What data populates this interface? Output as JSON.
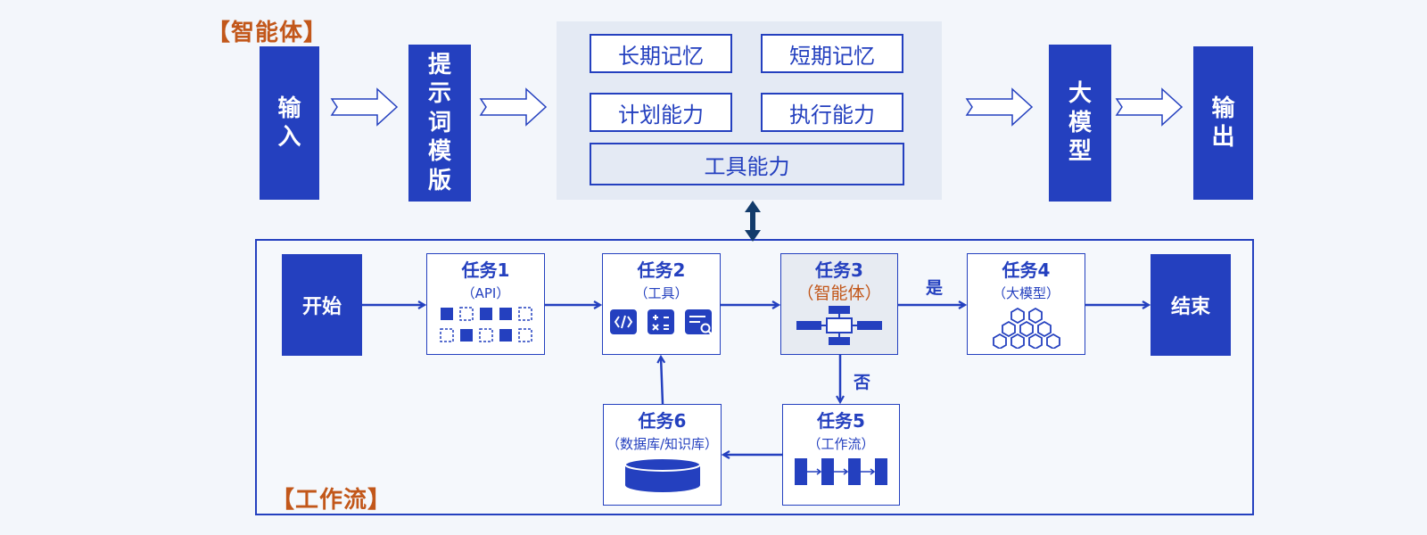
{
  "agent_section": {
    "label": "【智能体】",
    "input": "输入",
    "prompt_template": "提示词模版",
    "capabilities": {
      "long_term_memory": "长期记忆",
      "short_term_memory": "短期记忆",
      "planning": "计划能力",
      "execution": "执行能力",
      "tools": "工具能力"
    },
    "llm": "大模型",
    "output": "输出"
  },
  "workflow_section": {
    "label": "【工作流】",
    "start": "开始",
    "end": "结束",
    "tasks": [
      {
        "title": "任务1",
        "subtitle": "（API）"
      },
      {
        "title": "任务2",
        "subtitle": "（工具）"
      },
      {
        "title": "任务3",
        "subtitle": "（智能体）"
      },
      {
        "title": "任务4",
        "subtitle": "（大模型）"
      },
      {
        "title": "任务5",
        "subtitle": "（工作流）"
      },
      {
        "title": "任务6",
        "subtitle": "（数据库/知识库）"
      }
    ],
    "branch_yes": "是",
    "branch_no": "否"
  },
  "colors": {
    "primary_blue": "#2440bf",
    "accent_orange": "#c2571a",
    "connector_dark": "#123b6b",
    "panel_gray": "#e4eaf4",
    "background": "#f3f6fb"
  }
}
